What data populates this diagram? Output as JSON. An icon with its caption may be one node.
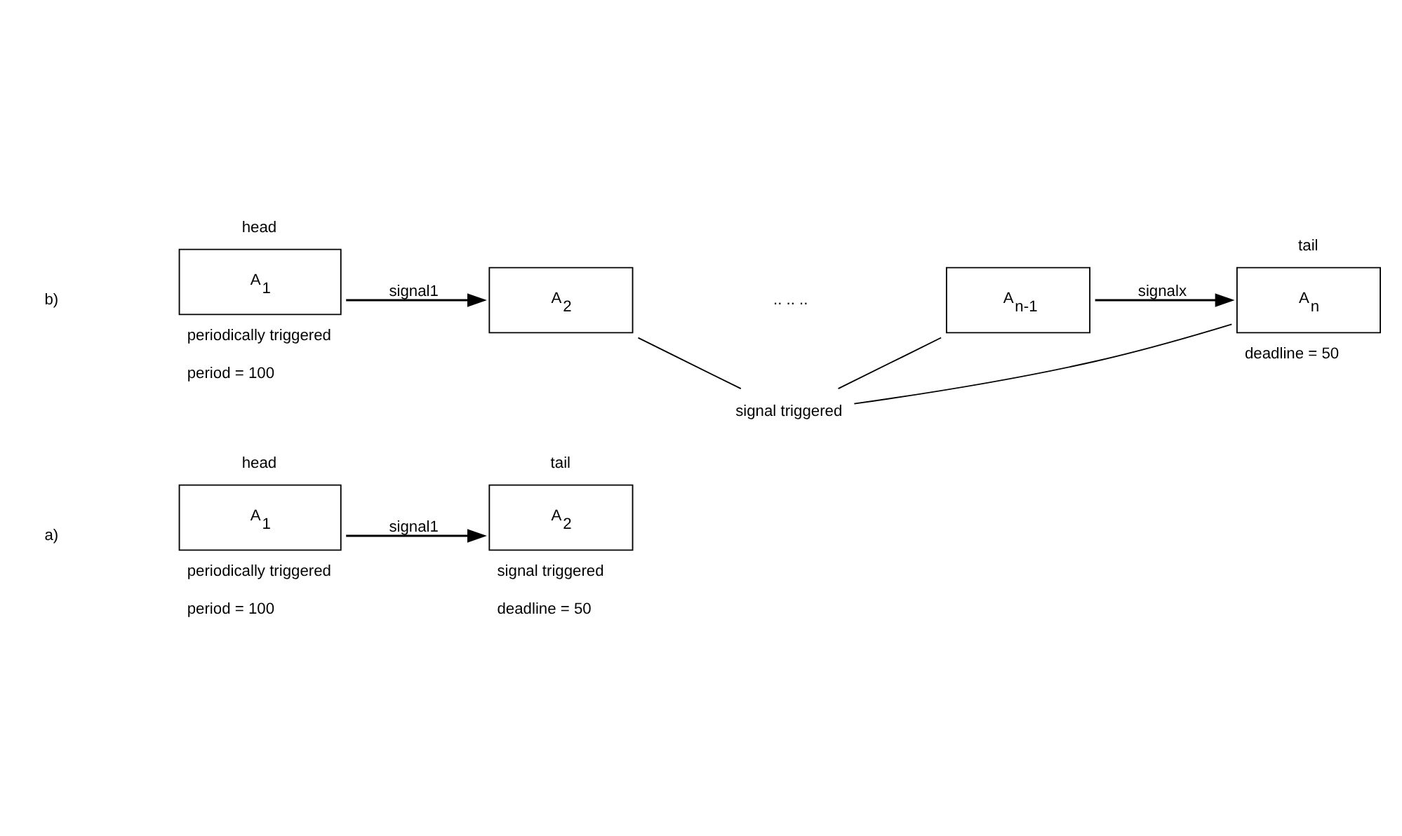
{
  "diagram": {
    "nodes": [
      {
        "text": [
          "A$_{1}$"
        ],
        "beside": [
          "head",
          "periodically triggered",
          "period = 100"
        ]
      },
      {
        "text": [
          "A$_{2}$"
        ],
        "beside": [
          "tail",
          "signal triggered",
          "deadline = 50"
        ]
      },
      {
        "text": [
          "A$_{1}$"
        ],
        "beside": [
          "head",
          "periodically triggered",
          "period = 100"
        ]
      },
      {
        "text": [
          "A$_{2}$"
        ]
      },
      {
        "text": [
          "A$_{n-1}$"
        ]
      },
      {
        "text": [
          "A$_{n}$"
        ],
        "beside": [
          "tail",
          "deadline = 50"
        ]
      },
      {
        "text": [
          "signal triggered"
        ]
      }
    ],
    "edges": [
      {
        "from": 0,
        "to": 1,
        "arrow": "to",
        "label": "signal1"
      },
      {
        "from": 2,
        "to": 3,
        "arrow": "to",
        "label": "signal1"
      },
      {
        "from": 4,
        "to": 5,
        "arrow": "to",
        "label": "signalx"
      },
      {
        "from": 6,
        "to": 3,
        "arrow": "none"
      },
      {
        "from": 6,
        "to": 4,
        "arrow": "none"
      },
      {
        "from": 6,
        "to": 5,
        "arrow": "none"
      }
    ],
    "labels": [
      "a)",
      "b)",
      ".. .. .."
    ]
  }
}
